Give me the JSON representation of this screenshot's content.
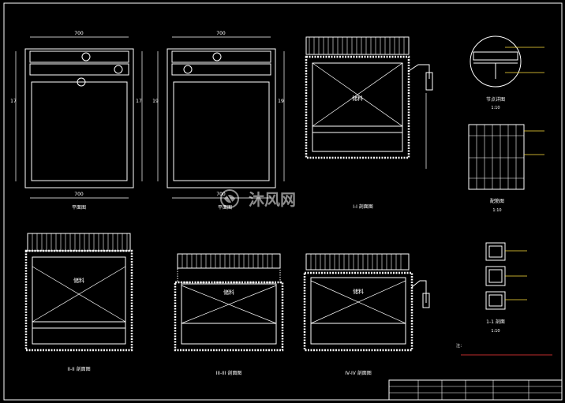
{
  "colors": {
    "background": "#000000",
    "line": "#ffffff",
    "accent_red": "#ff3b3b",
    "accent_green": "#3bff6a",
    "accent_cyan": "#36e3ff",
    "accent_yellow": "#ffe23b"
  },
  "watermark": {
    "icon": "mumayi-logo-icon",
    "text": "沐风网"
  },
  "views": {
    "plan_left": {
      "title": "平面图",
      "center_label": "",
      "dims": [
        "700",
        "700",
        "17",
        "17"
      ]
    },
    "plan_mid": {
      "title": "平面图",
      "center_label": "",
      "dims": [
        "700",
        "700",
        "19",
        "19"
      ]
    },
    "section_top": {
      "title": "I-I 剖面图",
      "center_label": "储料"
    },
    "detail_circle": {
      "title": "节点详图",
      "scale": "1:10"
    },
    "detail_grid": {
      "title": "配筋图",
      "scale": "1:10"
    },
    "section_bl": {
      "title": "II-II 剖面图",
      "center_label": "储料"
    },
    "section_bm": {
      "title": "III-III 剖面图",
      "center_label": "储料"
    },
    "section_br": {
      "title": "IV-IV 剖面图",
      "center_label": "储料"
    },
    "detail_column": {
      "title": "1-1 剖面",
      "scale": "1:10"
    }
  },
  "note": "注：",
  "title_block": {
    "label": ""
  }
}
